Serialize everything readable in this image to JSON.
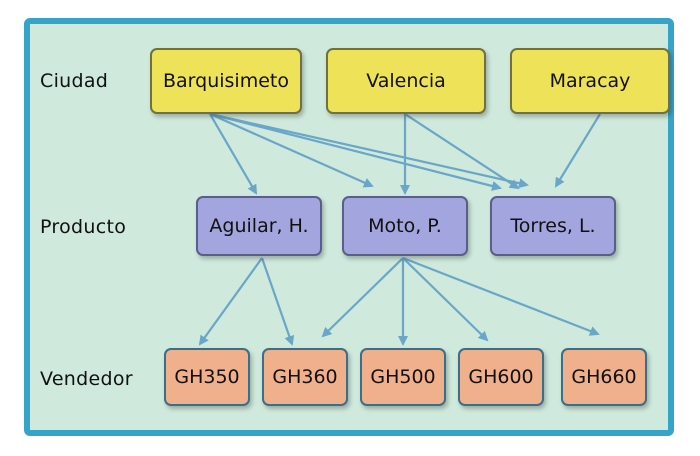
{
  "rows": {
    "ciudad": "Ciudad",
    "producto": "Producto",
    "vendedor": "Vendedor"
  },
  "cities": [
    "Barquisimeto",
    "Valencia",
    "Maracay"
  ],
  "products": [
    "Aguilar, H.",
    "Moto, P.",
    "Torres, L."
  ],
  "sellers": [
    "GH350",
    "GH360",
    "GH500",
    "GH600",
    "GH660"
  ],
  "colors": {
    "background": "#cfe9dc",
    "frame": "#36a4c9",
    "city": "#eee358",
    "product": "#a3a5de",
    "seller": "#f0b08b",
    "arrow": "#6aa6c8"
  }
}
